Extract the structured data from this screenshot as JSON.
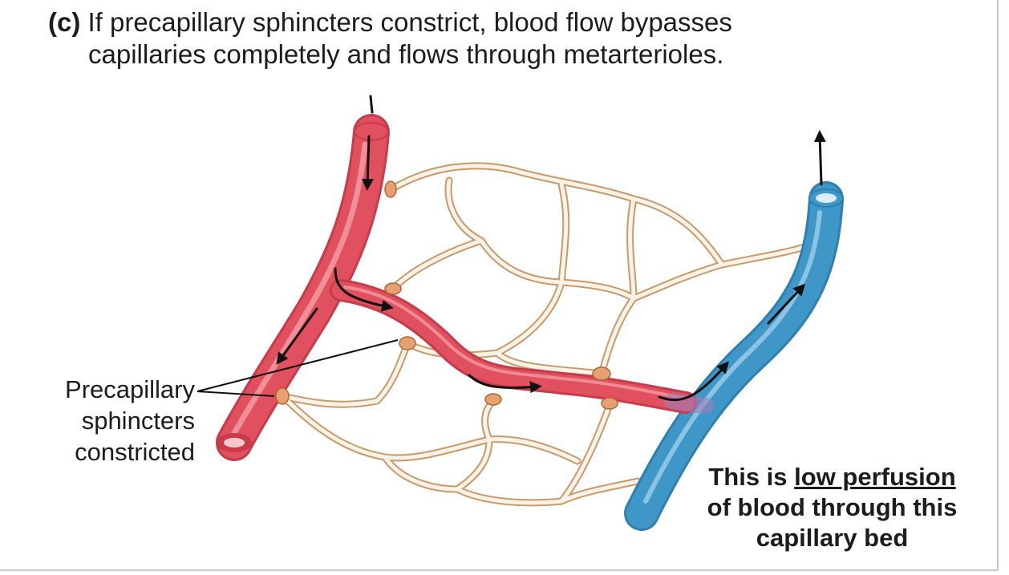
{
  "caption": {
    "tag": "(c)",
    "line1": "If precapillary sphincters constrict, blood flow bypasses",
    "line2": "capillaries completely and flows through metarterioles."
  },
  "labels": {
    "sphincters_line1": "Precapillary",
    "sphincters_line2": "sphincters",
    "sphincters_line3": "constricted"
  },
  "note": {
    "part1": "This is ",
    "underlined": "low perfusion",
    "part2": "of blood through this",
    "part3": "capillary bed"
  },
  "colors": {
    "arteriole": "#e0505e",
    "arteriole_light": "#f39aa3",
    "venule": "#3f97c8",
    "venule_light": "#9fd0ea",
    "capillary_outline": "#c89a6a",
    "capillary_fill": "#fbf3e8",
    "sphincter": "#e8a070"
  }
}
